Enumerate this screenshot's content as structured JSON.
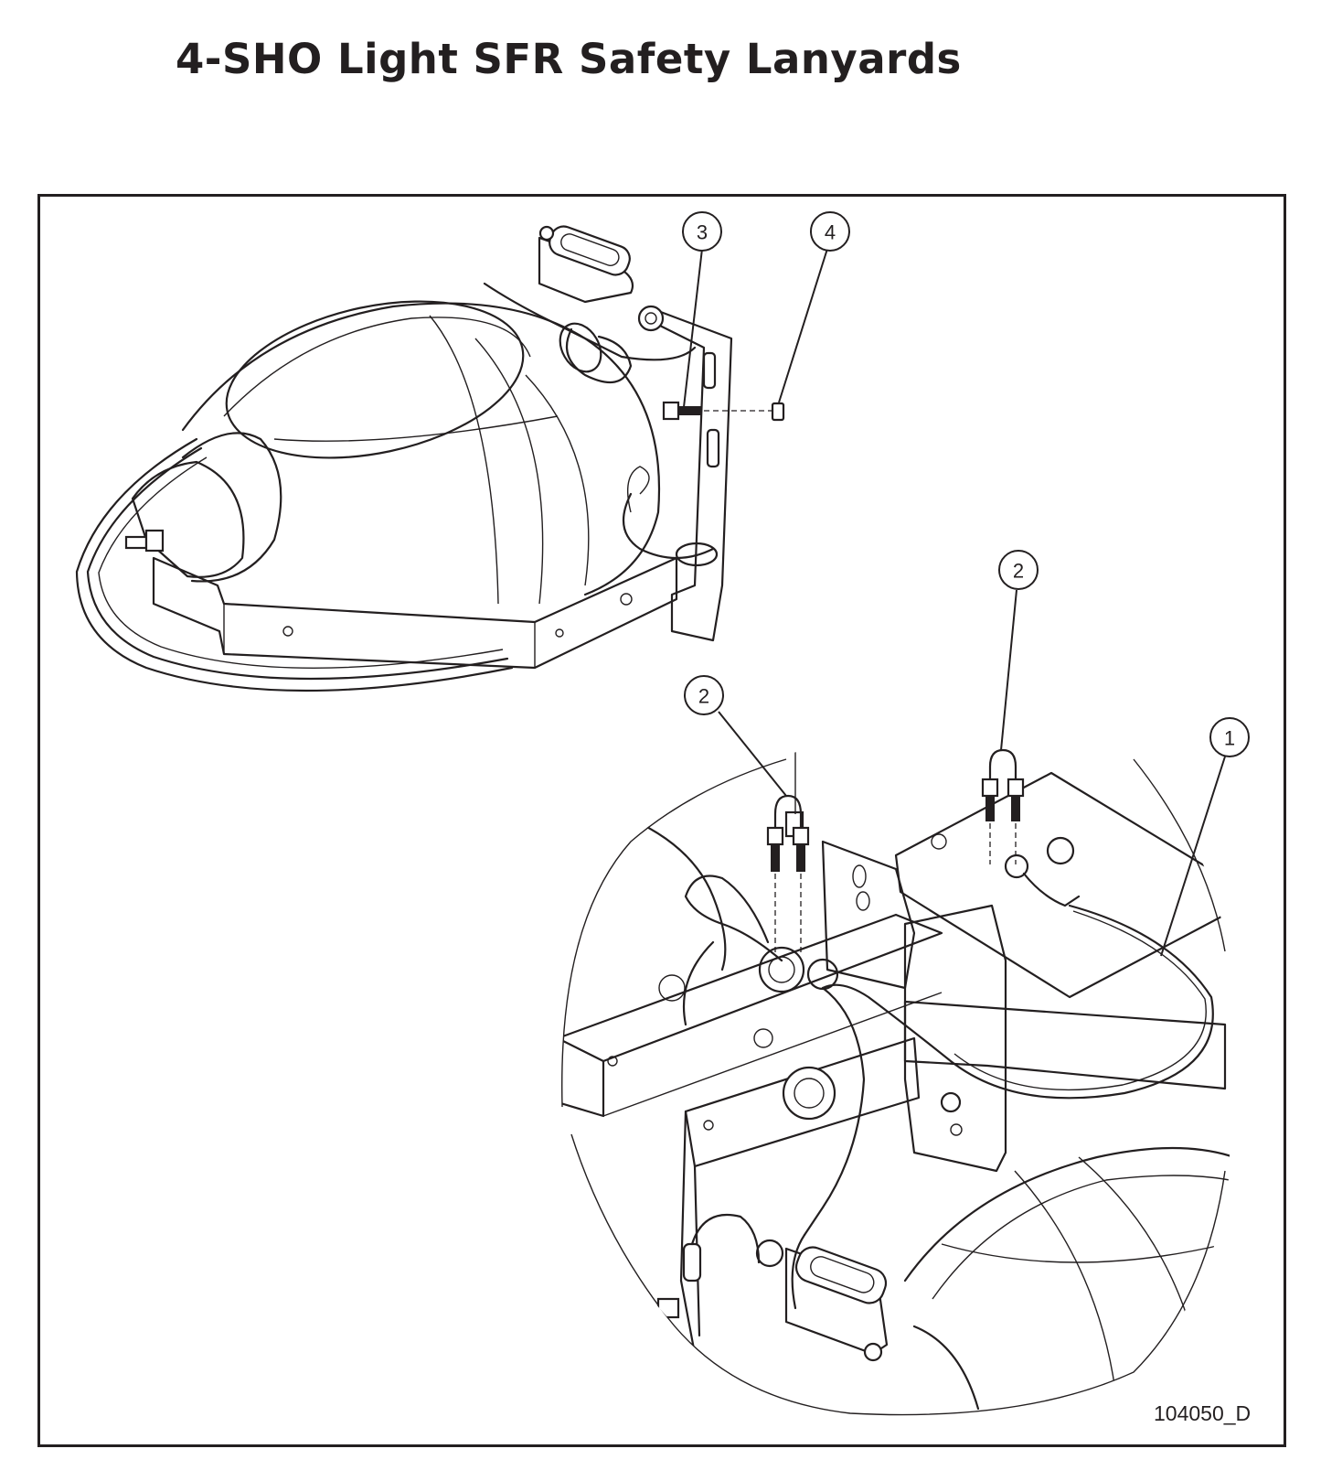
{
  "title": "4-SHO Light SFR Safety Lanyards",
  "drawing_number": "104050_D",
  "callouts": [
    {
      "label": "1"
    },
    {
      "label": "2"
    },
    {
      "label": "2"
    },
    {
      "label": "3"
    },
    {
      "label": "4"
    }
  ]
}
